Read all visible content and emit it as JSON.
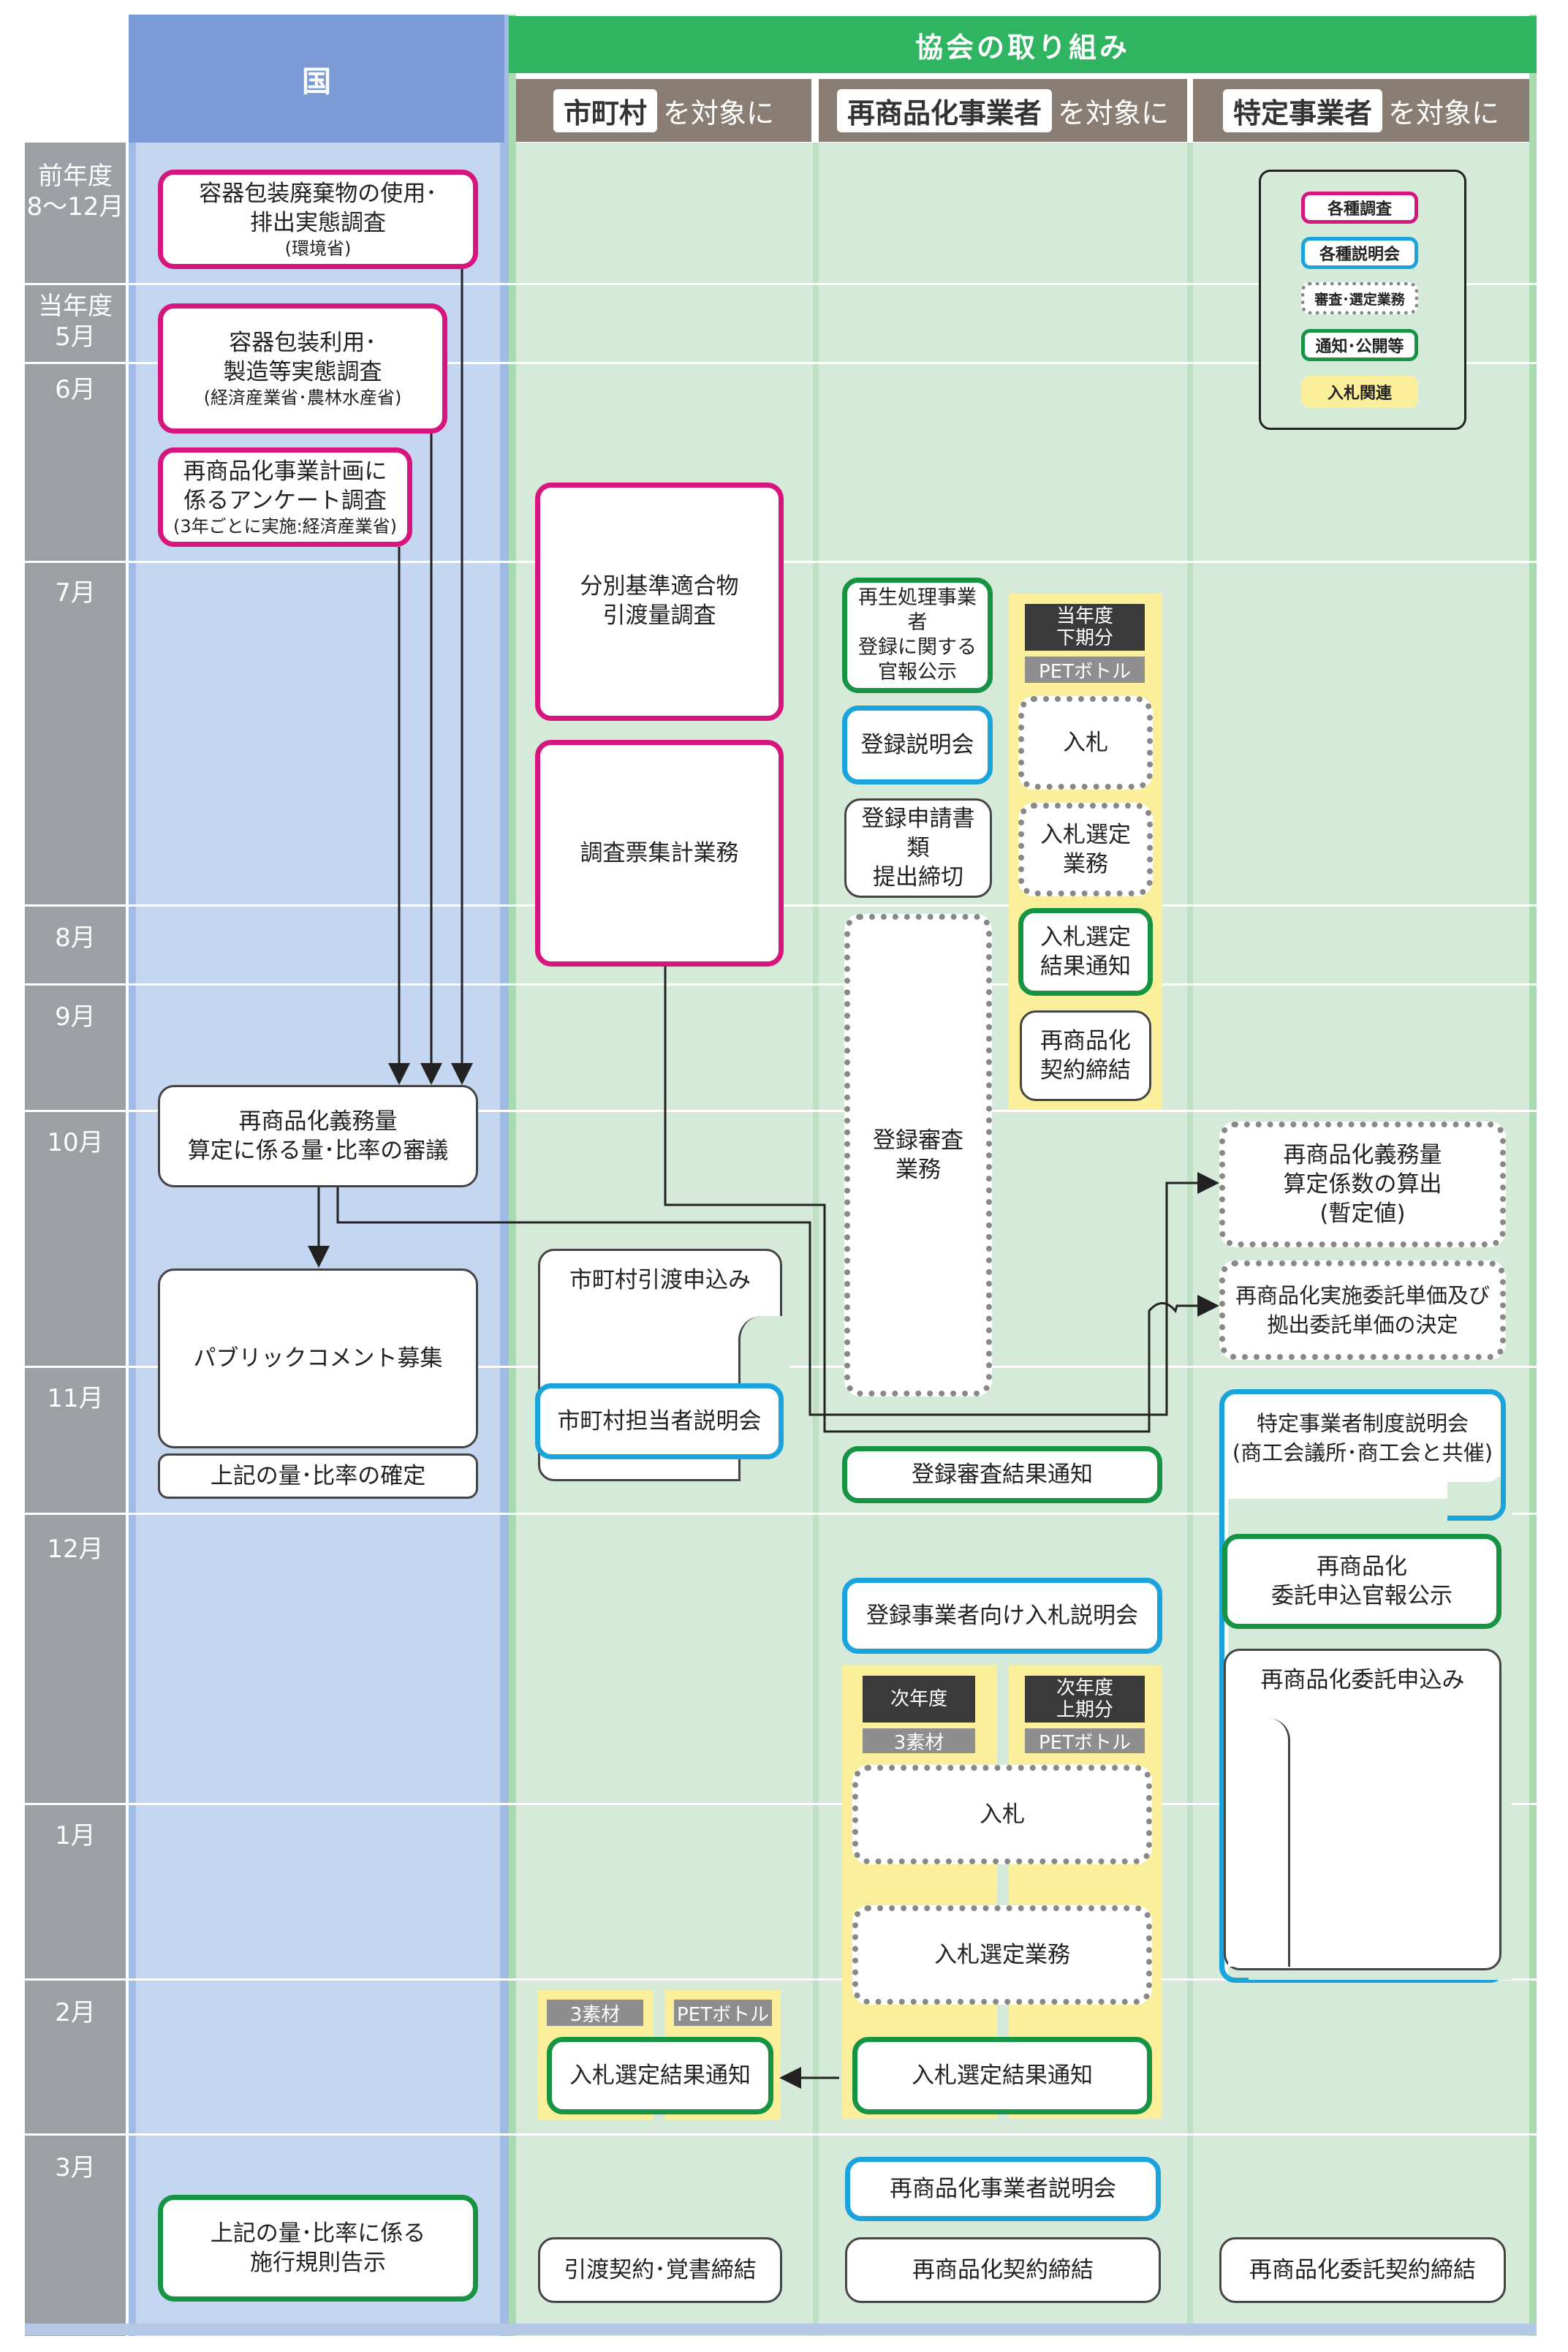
{
  "headers": {
    "national": "国",
    "association": "協会の取り組み",
    "targets": [
      {
        "tag": "市町村",
        "suffix": "を対象に"
      },
      {
        "tag": "再商品化事業者",
        "suffix": "を対象に"
      },
      {
        "tag": "特定事業者",
        "suffix": "を対象に"
      }
    ]
  },
  "months": [
    {
      "line1": "前年度",
      "line2": "8～12月"
    },
    {
      "line1": "当年度",
      "line2": "5月"
    },
    {
      "line1": "6月",
      "line2": ""
    },
    {
      "line1": "7月",
      "line2": ""
    },
    {
      "line1": "8月",
      "line2": ""
    },
    {
      "line1": "9月",
      "line2": ""
    },
    {
      "line1": "10月",
      "line2": ""
    },
    {
      "line1": "11月",
      "line2": ""
    },
    {
      "line1": "12月",
      "line2": ""
    },
    {
      "line1": "1月",
      "line2": ""
    },
    {
      "line1": "2月",
      "line2": ""
    },
    {
      "line1": "3月",
      "line2": ""
    }
  ],
  "legend": [
    "各種調査",
    "各種説明会",
    "審査･選定業務",
    "通知･公開等",
    "入札関連"
  ],
  "national": {
    "survey1": {
      "main": "容器包装廃棄物の使用･\n排出実態調査",
      "sub": "(環境省)"
    },
    "survey2": {
      "main": "容器包装利用･\n製造等実態調査",
      "sub": "(経済産業省･農林水産省)"
    },
    "survey3": {
      "main": "再商品化事業計画に\n係るアンケート調査",
      "sub": "(3年ごとに実施:経済産業省)"
    },
    "deliberation": "再商品化義務量\n算定に係る量･比率の審議",
    "public_comment": "パブリックコメント募集",
    "confirm": "上記の量･比率の確定",
    "notice": "上記の量･比率に係る\n施行規則告示"
  },
  "municipal": {
    "survey": "分別基準適合物\n引渡量調査",
    "aggregation": "調査票集計業務",
    "application": "市町村引渡申込み",
    "briefing": "市町村担当者説明会",
    "tag1": "3素材",
    "tag2": "PETボトル",
    "result": "入札選定結果通知",
    "contract": "引渡契約･覚書締結"
  },
  "recycler": {
    "gazette": "再生処理事業者\n登録に関する\n官報公示",
    "reg_briefing": "登録説明会",
    "deadline": "登録申請書類\n提出締切",
    "review": "登録審査\n業務",
    "review_result": "登録審査結果通知",
    "bid_briefing": "登録事業者向け入札説明会",
    "cur_tag": "当年度\n下期分",
    "cur_pet": "PETボトル",
    "bid": "入札",
    "selection": "入札選定\n業務",
    "selection_result": "入札選定\n結果通知",
    "contract_small": "再商品化\n契約締結",
    "next_tag1": "次年度",
    "next_sub1": "3素材",
    "next_tag2": "次年度\n上期分",
    "next_sub2": "PETボトル",
    "bid2": "入札",
    "selection2": "入札選定業務",
    "result2": "入札選定結果通知",
    "recycler_briefing": "再商品化事業者説明会",
    "contract": "再商品化契約締結"
  },
  "specified": {
    "calc": "再商品化義務量\n算定係数の算出\n(暫定値)",
    "unit_price": "再商品化実施委託単価及び\n拠出委託単価の決定",
    "system_briefing": "特定事業者制度説明会\n(商工会議所･商工会と共催)",
    "gazette": "再商品化\n委託申込官報公示",
    "application": "再商品化委託申込み",
    "contract": "再商品化委託契約締結"
  }
}
